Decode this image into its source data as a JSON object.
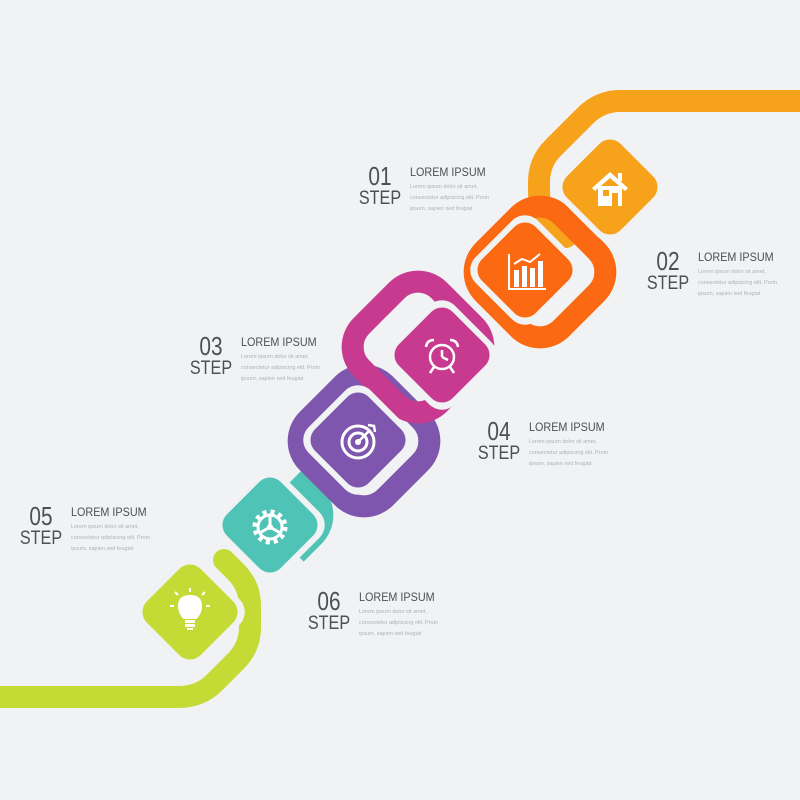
{
  "colors": {
    "background": "#f1f2f3",
    "step1": "#f7a21b",
    "step2": "#fb6a12",
    "step3": "#c83a8f",
    "step4": "#7e56ad",
    "step5": "#4ec3b6",
    "step6": "#c4db36"
  },
  "steps": [
    {
      "number": "01",
      "word": "STEP",
      "title": "LOREM IPSUM",
      "text": "Lorem ipsum dolor sit amet, consectetur adipiscing elit. Proin ipsum, sapien sed feugiat",
      "icon": "house-icon"
    },
    {
      "number": "02",
      "word": "STEP",
      "title": "LOREM IPSUM",
      "text": "Lorem ipsum dolor sit amet, consectetur adipiscing elit. Proin ipsum, sapien sed feugiat",
      "icon": "bar-chart-icon"
    },
    {
      "number": "03",
      "word": "STEP",
      "title": "LOREM IPSUM",
      "text": "Lorem ipsum dolor sit amet, consectetur adipiscing elit. Proin ipsum, sapien sed feugiat",
      "icon": "alarm-clock-icon"
    },
    {
      "number": "04",
      "word": "STEP",
      "title": "LOREM IPSUM",
      "text": "Lorem ipsum dolor sit amet, consectetur adipiscing elit. Proin ipsum, sapien sed feugiat",
      "icon": "target-icon"
    },
    {
      "number": "05",
      "word": "STEP",
      "title": "LOREM IPSUM",
      "text": "Lorem ipsum dolor sit amet, consectetur adipiscing elit. Proin ipsum, sapien sed feugiat",
      "icon": "lightbulb-icon"
    },
    {
      "number": "06",
      "word": "STEP",
      "title": "LOREM IPSUM",
      "text": "Lorem ipsum dolor sit amet, consectetur adipiscing elit. Proin ipsum, sapien sed feugiat",
      "icon": "gear-icon"
    }
  ]
}
